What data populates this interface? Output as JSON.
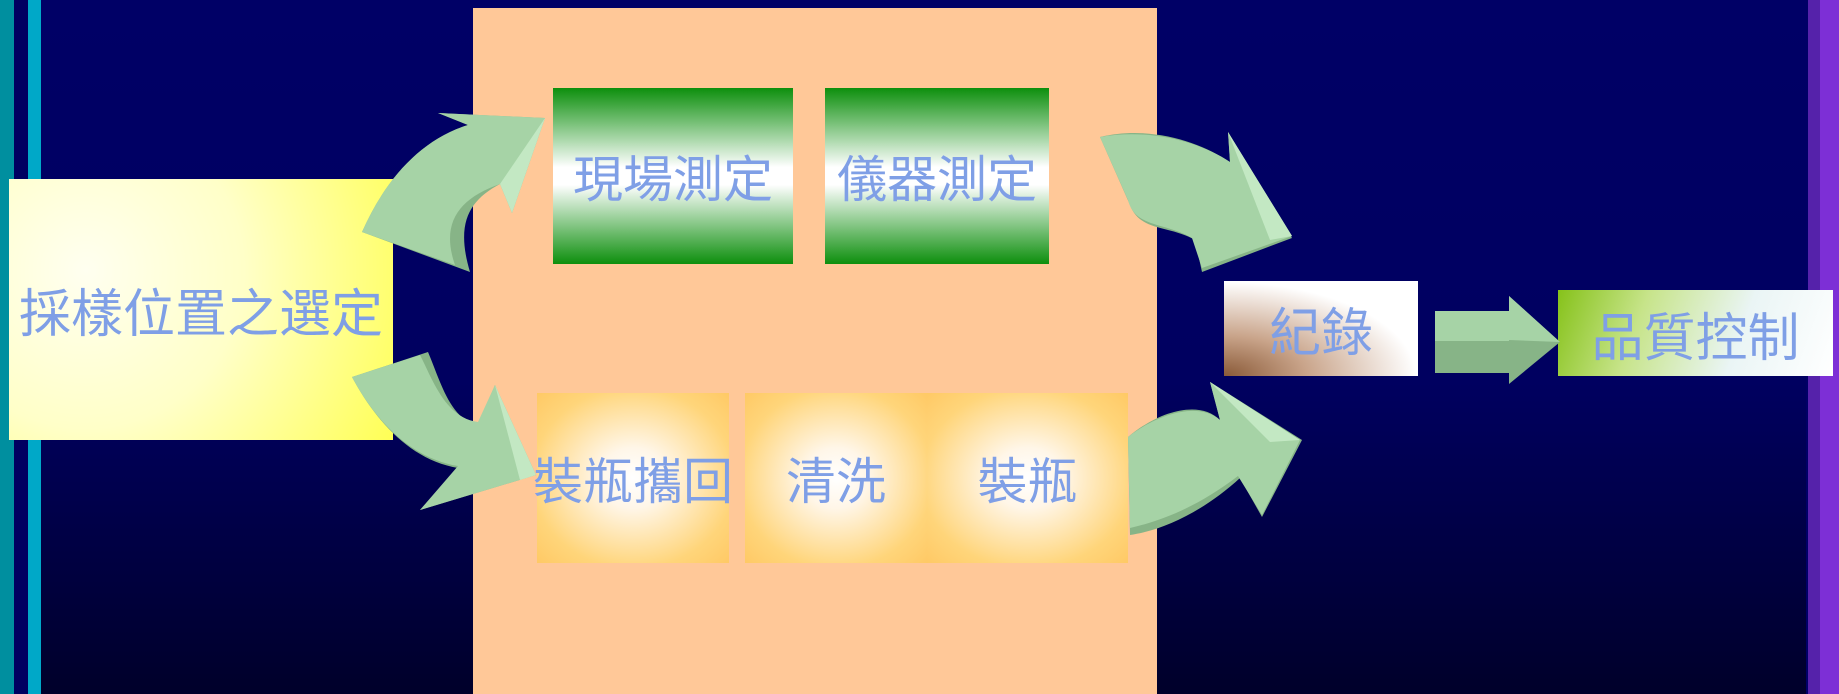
{
  "nodes": {
    "start": "採樣位置之選定",
    "field_measurement": "現場測定",
    "instrument_measurement": "儀器測定",
    "bottle_return": "裝瓶攜回",
    "cleaning": "清洗",
    "bottling": "裝瓶",
    "record": "紀錄",
    "quality_control": "品質控制"
  },
  "colors": {
    "background": "#000066",
    "panel": "#ffc898",
    "arrow": "#a5d0a5",
    "label_text": "#7f9fe6"
  }
}
